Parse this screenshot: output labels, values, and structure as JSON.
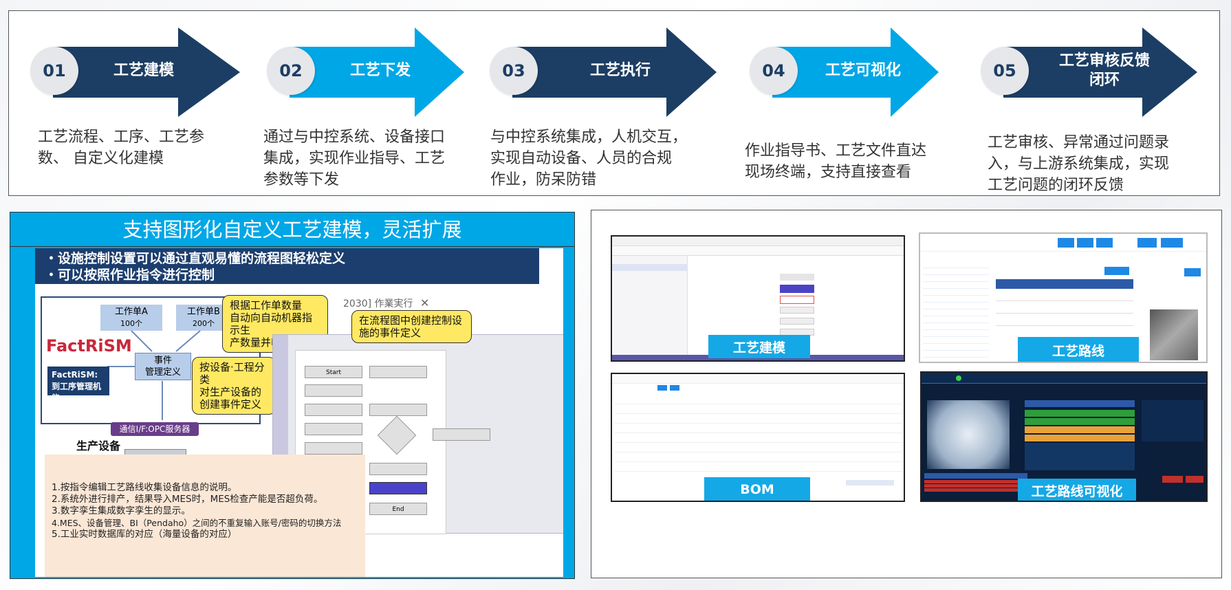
{
  "colors": {
    "dark_navy": "#1c3e64",
    "cyan": "#00a7e6",
    "callout_yellow": "#ffe963"
  },
  "steps": [
    {
      "num": "01",
      "title": "工艺建模",
      "desc_lines": [
        "工艺流程、工序、工艺参",
        "数、 自定义化建模"
      ],
      "color": "#1c3e64"
    },
    {
      "num": "02",
      "title": "工艺下发",
      "desc_lines": [
        "通过与中控系统、设备接口",
        "集成，实现作业指导、工艺",
        "参数等下发"
      ],
      "color": "#00a7e6"
    },
    {
      "num": "03",
      "title": "工艺执行",
      "desc_lines": [
        "与中控系统集成，人机交互，",
        "实现自动设备、人员的合规",
        "作业，防呆防错"
      ],
      "color": "#1c3e64"
    },
    {
      "num": "04",
      "title": "工艺可视化",
      "desc_lines": [
        "作业指导书、工艺文件直达",
        "现场终端，支持直接查看"
      ],
      "color": "#00a7e6"
    },
    {
      "num": "05",
      "title": "工艺审核反馈闭环",
      "title_lines": [
        "工艺审核反馈",
        "闭环"
      ],
      "desc_lines": [
        "工艺审核、异常通过问题录",
        "入，与上游系统集成，实现",
        "工艺问题的闭环反馈"
      ],
      "color": "#1c3e64"
    }
  ],
  "left": {
    "title": "支持图形化自定义工艺建模，灵活扩展",
    "banner_lines": [
      "・设施控制设置可以通过直观易懂的流程图轻松定义",
      "・可以按照作业指令进行控制"
    ],
    "workorder_a": {
      "name": "工作单A",
      "qty": "100个"
    },
    "workorder_b": {
      "name": "工作单B",
      "qty": "200个"
    },
    "event_box": {
      "line1": "事件",
      "line2": "管理定义"
    },
    "factrism": "FactRiSM",
    "factrism_box": [
      "FactRiSM:",
      "到工序管理机能"
    ],
    "opc_label": "通信I/F:OPC服务器",
    "equipment": "生产设备",
    "callout1": [
      "根据工作单数量",
      "自动向自动机器指示生",
      "产数量并收集结果"
    ],
    "callout2": [
      "按设备·工程分类",
      "对生产设备的",
      "创建事件定义"
    ],
    "callout3": [
      "在流程图中创建控制设",
      "施的事件定义"
    ],
    "dialog_fragment": "2030] 作業実行",
    "dialog_close": "✕",
    "flow_nodes": [
      "Start",
      "End"
    ],
    "notes": [
      "1.按指令编辑工艺路线收集设备信息的说明。",
      "2.系统外进行排产，结果导入MES时，MES检查产能是否超负荷。",
      "3.数字孪生集成数字孪生的显示。",
      "4.MES、设备管理、BI（Pendaho）之间的不重复输入账号/密码的切换方法",
      "5.工业实时数据库的对应（海量设备的对应）"
    ]
  },
  "right": {
    "captions": [
      "工艺建模",
      "工艺路线",
      "BOM",
      "工艺路线可视化"
    ]
  }
}
